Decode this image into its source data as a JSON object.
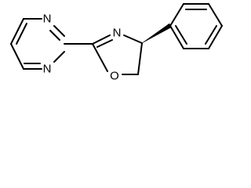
{
  "molecule": {
    "atom_labels": {
      "pyrimidine_n_top": "N",
      "pyrimidine_n_bottom": "N",
      "oxazoline_n": "N",
      "oxazoline_o": "O"
    },
    "stereo_bond": "wedge"
  }
}
